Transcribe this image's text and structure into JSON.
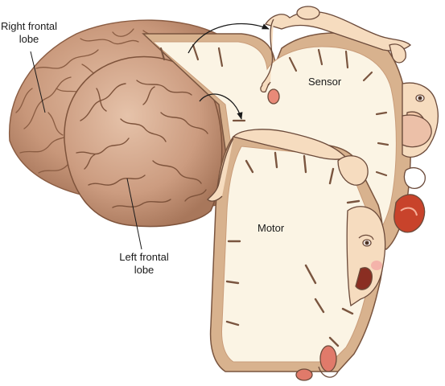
{
  "labels": {
    "right_frontal_lobe": [
      "Right frontal",
      "lobe"
    ],
    "left_frontal_lobe": [
      "Left frontal",
      "lobe"
    ],
    "sensor": "Sensor",
    "motor": "Motor"
  },
  "colors": {
    "brain_fill": "#c8977a",
    "brain_dark": "#9a6b50",
    "brain_light": "#ddb49a",
    "cortex_band": "#d8b28e",
    "white_matter": "#fbf4e4",
    "homunculus_skin": "#f6dcbf",
    "homunculus_outline": "#6b4a3a",
    "mouth_red": "#c8432b",
    "organ_pink": "#e07a6a"
  }
}
